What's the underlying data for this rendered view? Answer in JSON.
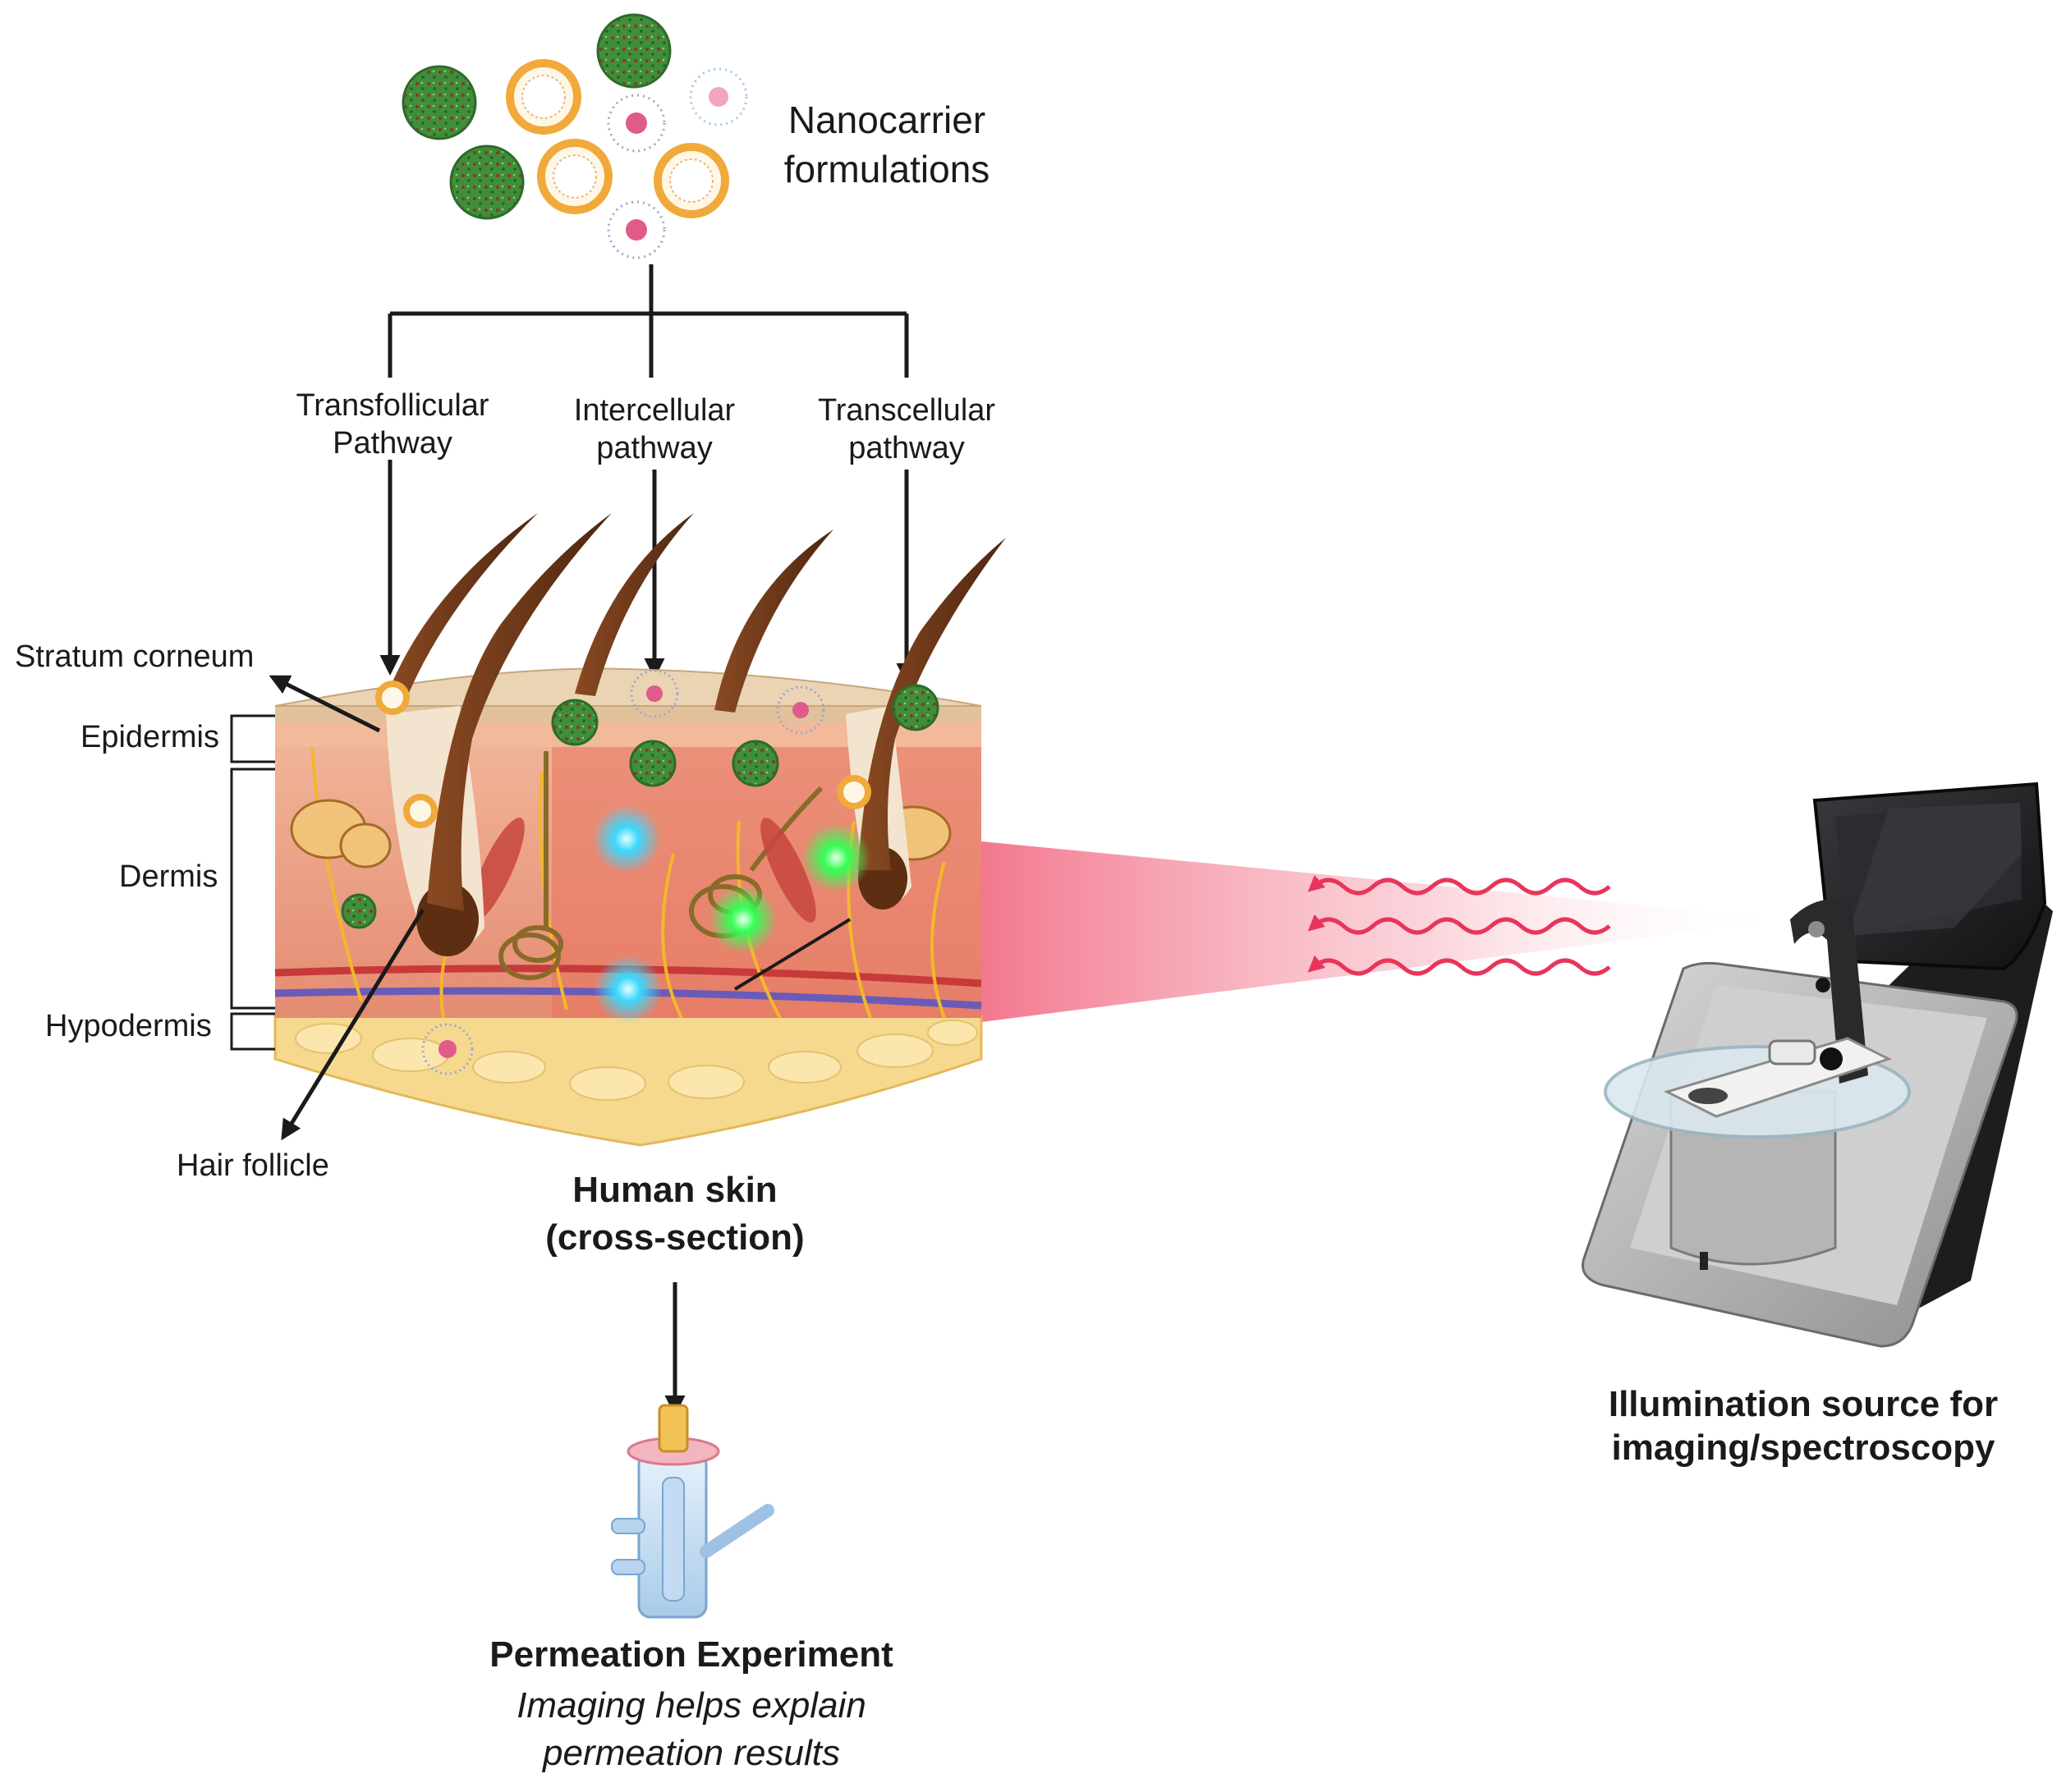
{
  "labels": {
    "nanocarrier_line1": "Nanocarrier",
    "nanocarrier_line2": "formulations",
    "transfollicular_line1": "Transfollicular",
    "transfollicular_line2": "Pathway",
    "intercellular_line1": "Intercellular",
    "intercellular_line2": "pathway",
    "transcellular_line1": "Transcellular",
    "transcellular_line2": "pathway",
    "stratum_corneum": "Stratum corneum",
    "epidermis": "Epidermis",
    "dermis": "Dermis",
    "hypodermis": "Hypodermis",
    "hair_follicle": "Hair follicle",
    "skin_line1": "Human skin",
    "skin_line2": "(cross-section)",
    "illum_line1": "Illumination source for",
    "illum_line2": "imaging/spectroscopy",
    "permeation_title": "Permeation Experiment",
    "permeation_sub1": "Imaging helps explain",
    "permeation_sub2": "permeation results"
  },
  "colors": {
    "polymeric_np": "#3f8f3a",
    "liposome_ring": "#f0a93a",
    "micelle_core": "#e05a8a",
    "skin_dermis": "#eea488",
    "stratum": "#e2c9a8",
    "hypodermis_fat": "#f6d98f",
    "hair": "#6a3516",
    "nerve": "#f3b72a",
    "light_beam": "#f0607a",
    "fluor_green": "#33ff55",
    "fluor_cyan": "#33ddff",
    "device_screen": "#1f1f22",
    "device_body": "#bdbdbd"
  },
  "icons": [
    "polymeric-nanoparticle-icon",
    "liposome-icon",
    "micelle-icon",
    "franz-cell-icon",
    "imaging-device-icon",
    "wave-arrow-icon"
  ]
}
